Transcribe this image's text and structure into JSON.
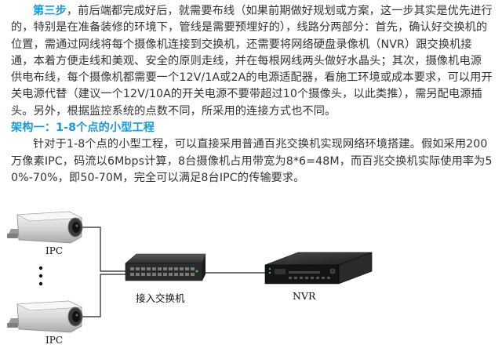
{
  "paragraph1": {
    "lead": "第三步",
    "body": "，前后端都完成好后，就需要布线（如果前期做好规划或方案，这一步其实是优先进行的，特别是在准备装修的环境下，管线是需要预埋好的），线路分两部分：首先，确认好交换机的位置，需通过网线将每个摄像机连接到交换机，还需要将网络硬盘录像机（NVR）跟交换机接通，本着方便走线和美观、安全的原则走线，并在每根网线两头做好水晶头；其次，摄像机电源供电布线，每个摄像机都需要一个12V/1A或2A的电源适配器，看施工环境或成本要求，可以用开关电源代替（建议一个12V/10A的开关电源不要带超过10个摄像头，以此类推），需另配电源插头。另外，根据监控系统的点数不同，所采用的连接方式也不同。"
  },
  "section_heading": "架构一：1-8个点的小型工程",
  "paragraph2": "针对于1-8个点的小型工程，可以直接采用普通百兆交换机实现网络环境搭建。假如采用200万像素IPC，码流以6Mbps计算，8台摄像机占用带宽为8*6=48M，而百兆交换机实际使用率为50%-70%，即50-70M，完全可以满足8台IPC的传输要求。",
  "diagram": {
    "ipc_top_label": "IPC",
    "ipc_bottom_label": "IPC",
    "switch_label": "接入交换机",
    "nvr_label": "NVR"
  }
}
